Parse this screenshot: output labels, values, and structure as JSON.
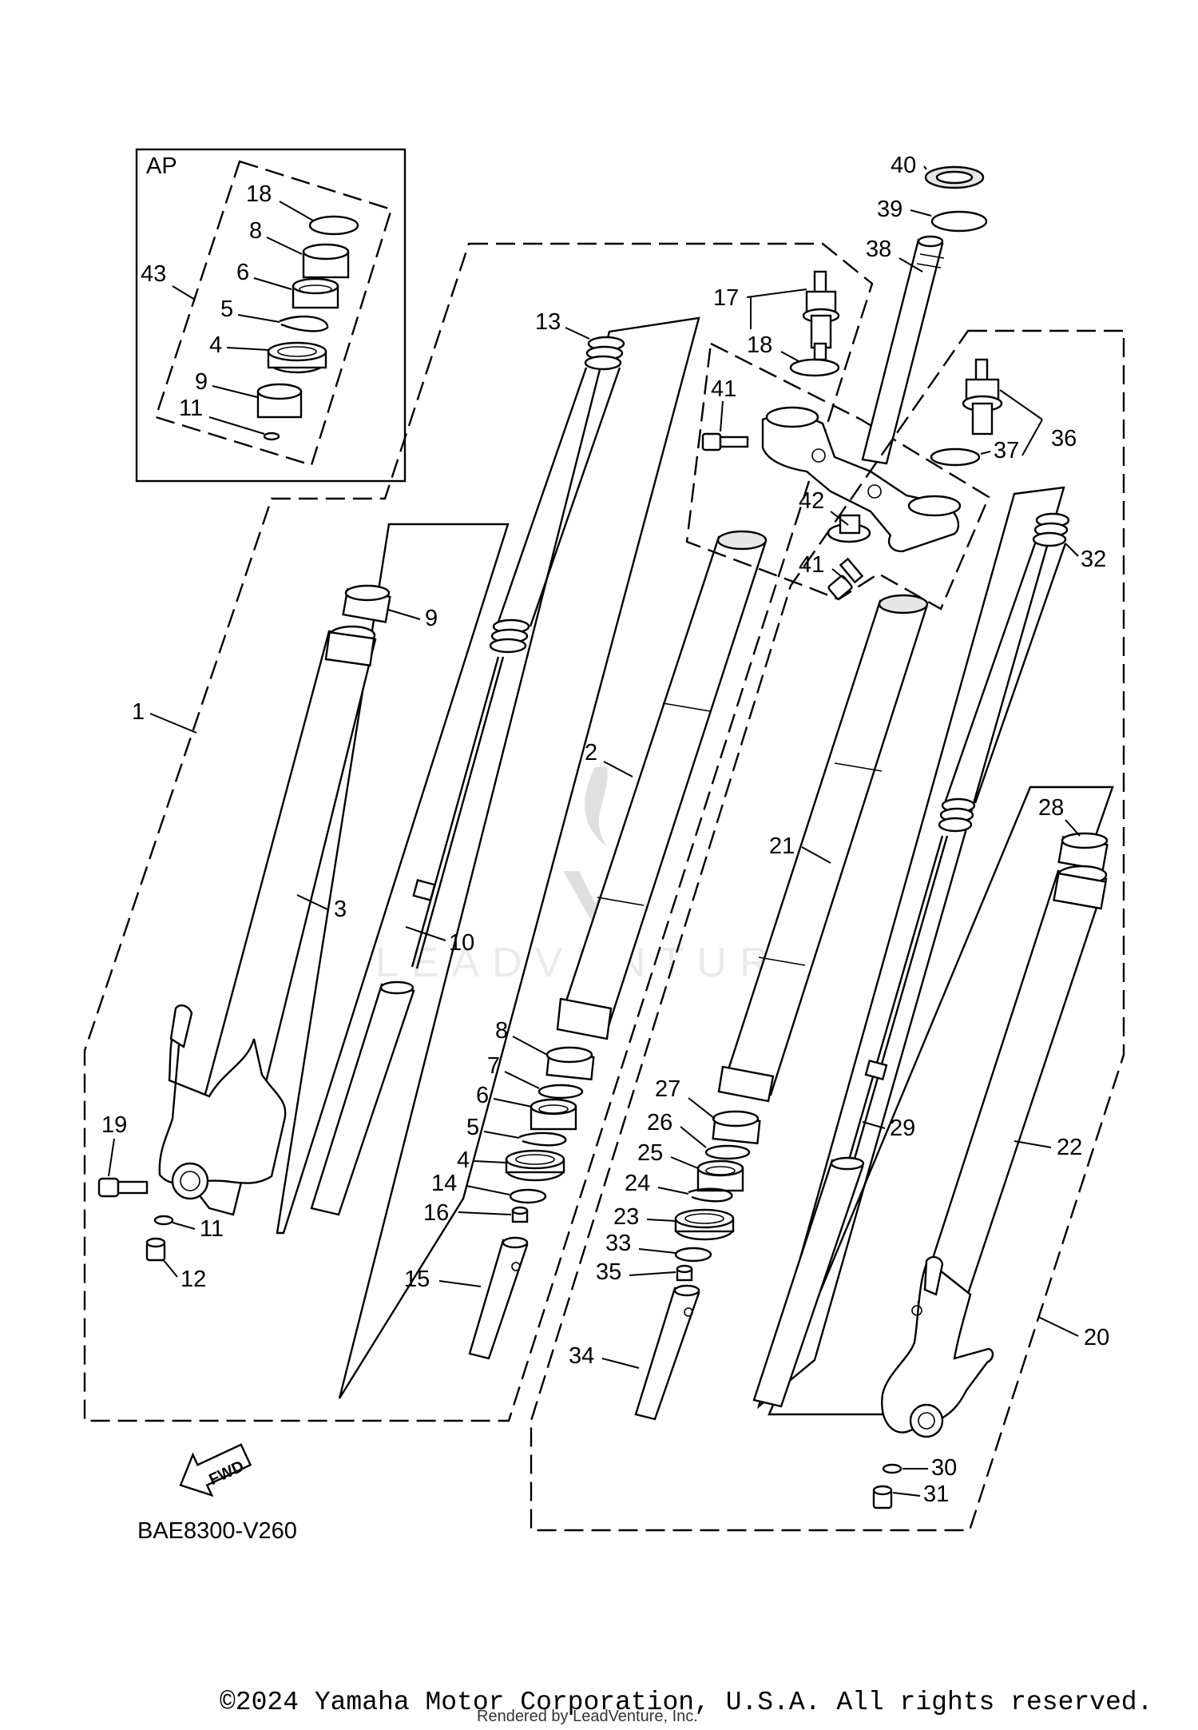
{
  "diagram": {
    "inset_label": "AP",
    "drawing_code": "BAE8300-V260",
    "direction_label": "FWD",
    "watermark": "LEADVENTURE",
    "callouts": {
      "ap18": "18",
      "ap8": "8",
      "ap6": "6",
      "ap43": "43",
      "ap5": "5",
      "ap4": "4",
      "ap9": "9",
      "ap11": "11",
      "c1": "1",
      "c2": "2",
      "c3": "3",
      "c4": "4",
      "c5": "5",
      "c6": "6",
      "c7": "7",
      "c8": "8",
      "c9": "9",
      "c10": "10",
      "c11": "11",
      "c12": "12",
      "c13": "13",
      "c14": "14",
      "c15": "15",
      "c16": "16",
      "c17": "17",
      "c18": "18",
      "c19": "19",
      "c20": "20",
      "c21": "21",
      "c22": "22",
      "c23": "23",
      "c24": "24",
      "c25": "25",
      "c26": "26",
      "c27": "27",
      "c28": "28",
      "c29": "29",
      "c30": "30",
      "c31": "31",
      "c32": "32",
      "c33": "33",
      "c34": "34",
      "c35": "35",
      "c36": "36",
      "c37": "37",
      "c38": "38",
      "c39": "39",
      "c40": "40",
      "c41a": "41",
      "c41b": "41",
      "c42": "42"
    }
  },
  "footer": {
    "copyright": "©2024 Yamaha Motor Corporation, U.S.A. All rights reserved.",
    "rendered_by": "Rendered by LeadVenture, Inc."
  }
}
